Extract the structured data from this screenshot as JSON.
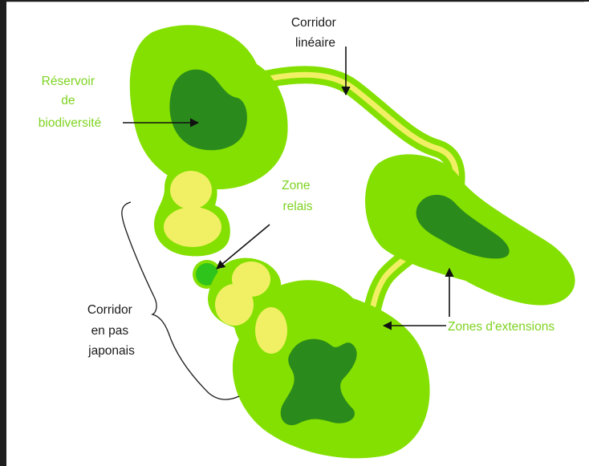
{
  "labels": {
    "corridor_lineaire": [
      "Corridor",
      "linéaire"
    ],
    "reservoir": [
      "Réservoir",
      "de",
      "biodiversité"
    ],
    "zone_relais": [
      "Zone",
      "relais"
    ],
    "corridor_pas_japonais": [
      "Corridor",
      "en pas",
      "japonais"
    ],
    "zones_extensions": "Zones d'extensions"
  },
  "colors": {
    "light_green": "#84e000",
    "medium_green": "#7bd321",
    "dark_green": "#2a8a1c",
    "yellow": "#f1f065",
    "label_green": "#7ed321",
    "label_black": "#1a1a1a",
    "arrow": "#111111"
  }
}
